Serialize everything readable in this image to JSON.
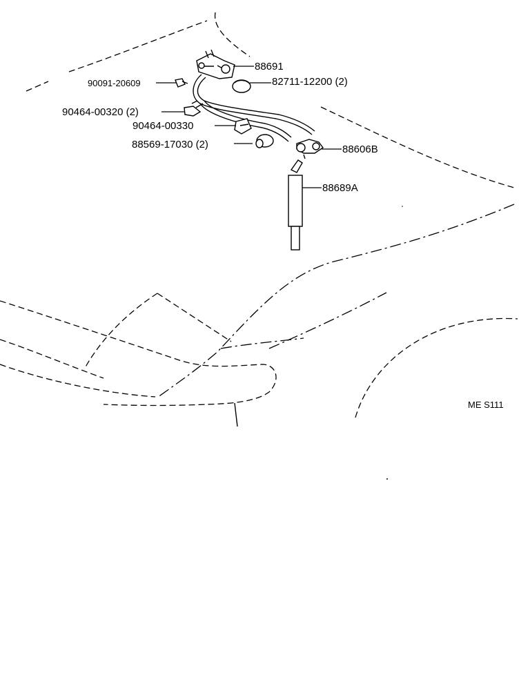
{
  "labels": {
    "p88691": "88691",
    "p82711": "82711-12200 (2)",
    "p90091": "90091-20609",
    "p90464_320": "90464-00320 (2)",
    "p90464_330": "90464-00330",
    "p88569": "88569-17030 (2)",
    "p88606b": "88606B",
    "p88689a": "88689A",
    "code": "ME S111"
  }
}
